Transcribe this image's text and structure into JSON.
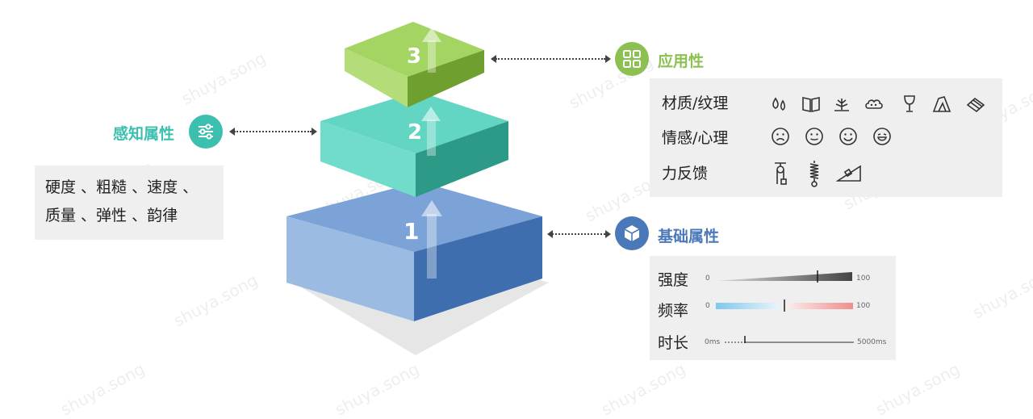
{
  "layers": [
    {
      "number": "3",
      "color_top": "#9fd15d",
      "color_front": "#8cbf47",
      "color_side": "#6f9f2f"
    },
    {
      "number": "2",
      "color_top": "#5fd3c1",
      "color_front": "#4ec0ad",
      "color_side": "#2e9c89"
    },
    {
      "number": "1",
      "color_top": "#7aa2d8",
      "color_front": "#8db0df",
      "color_side": "#3f6fae"
    }
  ],
  "application": {
    "heading": "应用性",
    "color": "#8cc152",
    "icon": "grid-icon",
    "rows": [
      {
        "label": "材质/纹理",
        "icons": [
          "water-drops-icon",
          "book-icon",
          "grass-icon",
          "cloud-icon",
          "wine-glass-icon",
          "rock-icon",
          "blocks-icon"
        ]
      },
      {
        "label": "情感/心理",
        "icons": [
          "sad-face-icon",
          "neutral-face-icon",
          "smile-face-icon",
          "laugh-face-icon"
        ]
      },
      {
        "label": "力反馈",
        "icons": [
          "pulley-icon",
          "spring-icon",
          "slope-icon"
        ]
      }
    ]
  },
  "perception": {
    "heading": "感知属性",
    "color": "#3dbfb0",
    "icon": "sliders-icon",
    "lines": [
      "硬度 、粗糙 、速度 、",
      "质量 、弹性 、韵律"
    ]
  },
  "basic": {
    "heading": "基础属性",
    "color": "#4a78b8",
    "icon": "cube-icon",
    "rows": [
      {
        "label": "强度",
        "min": "0",
        "max": "100",
        "value": 0.75
      },
      {
        "label": "频率",
        "min": "0",
        "max": "100",
        "value": 0.5
      },
      {
        "label": "时长",
        "min": "0ms",
        "max": "5000ms",
        "value": 0.25
      }
    ]
  },
  "watermark": "shuya.song"
}
